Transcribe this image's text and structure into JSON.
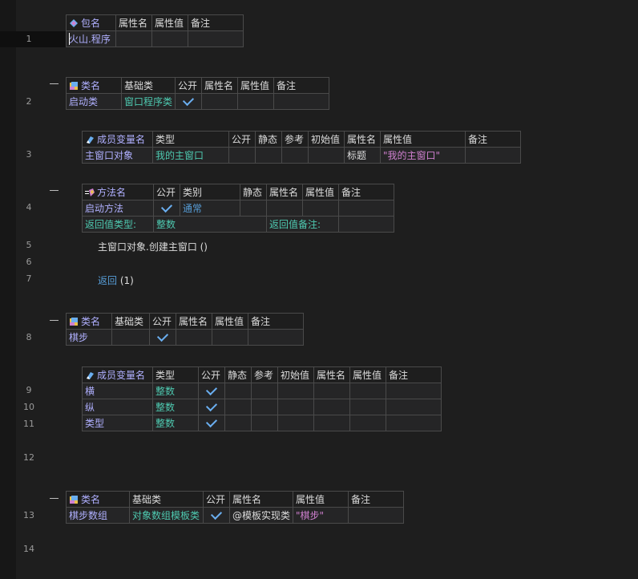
{
  "line_numbers": [
    "1",
    "2",
    "3",
    "4",
    "5",
    "6",
    "7",
    "8",
    "9",
    "10",
    "11",
    "12",
    "13",
    "14"
  ],
  "icons": [
    "package-icon",
    "class-icon",
    "member-variable-icon",
    "method-icon",
    "checkmark-icon"
  ],
  "colors": {
    "background": "#1e1e1e",
    "cell": "#252526",
    "border": "#4a4a4a",
    "type_name": "#4ec9b0",
    "string": "#d080d0",
    "keyword": "#569cd6"
  },
  "package": {
    "headers": [
      "包名",
      "属性名",
      "属性值",
      "备注"
    ],
    "name": "火山.程序"
  },
  "class_startup": {
    "headers": [
      "类名",
      "基础类",
      "公开",
      "属性名",
      "属性值",
      "备注"
    ],
    "name": "启动类",
    "base": "窗口程序类"
  },
  "member_main_window": {
    "headers": [
      "成员变量名",
      "类型",
      "公开",
      "静态",
      "参考",
      "初始值",
      "属性名",
      "属性值",
      "备注"
    ],
    "name": "主窗口对象",
    "type": "我的主窗口",
    "prop_name": "标题",
    "prop_value": "\"我的主窗口\""
  },
  "method_startup": {
    "headers": [
      "方法名",
      "公开",
      "类别",
      "静态",
      "属性名",
      "属性值",
      "备注"
    ],
    "name": "启动方法",
    "category": "通常",
    "return_type_label": "返回值类型:",
    "return_type": "整数",
    "return_note_label": "返回值备注:"
  },
  "code": {
    "line5": "主窗口对象.创建主窗口 ()",
    "line7_keyword": "返回",
    "line7_args": "(1)"
  },
  "class_chess_step": {
    "headers": [
      "类名",
      "基础类",
      "公开",
      "属性名",
      "属性值",
      "备注"
    ],
    "name": "棋步"
  },
  "chess_members": {
    "headers": [
      "成员变量名",
      "类型",
      "公开",
      "静态",
      "参考",
      "初始值",
      "属性名",
      "属性值",
      "备注"
    ],
    "rows": [
      {
        "name": "横",
        "type": "整数"
      },
      {
        "name": "纵",
        "type": "整数"
      },
      {
        "name": "类型",
        "type": "整数"
      }
    ]
  },
  "class_chess_array": {
    "headers": [
      "类名",
      "基础类",
      "公开",
      "属性名",
      "属性值",
      "备注"
    ],
    "name": "棋步数组",
    "base": "对象数组模板类",
    "prop_name": "@模板实现类",
    "prop_value": "\"棋步\""
  }
}
